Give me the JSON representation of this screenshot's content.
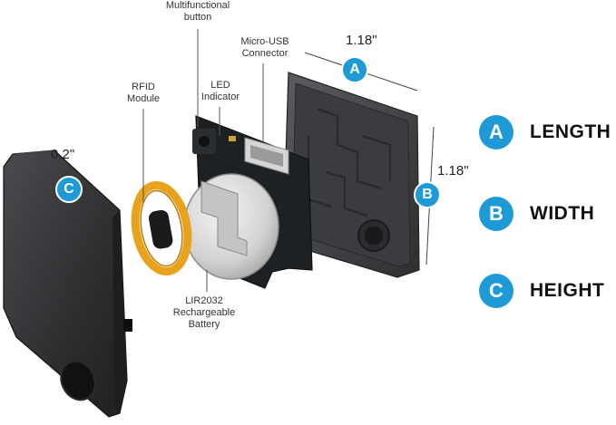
{
  "labels": {
    "button": [
      "Multifunctional",
      "button"
    ],
    "usb": [
      "Micro-USB",
      "Connector"
    ],
    "led": [
      "LED",
      "Indicator"
    ],
    "rfid": [
      "RFID",
      "Module"
    ],
    "battery": [
      "LIR2032",
      "Rechargeable",
      "Battery"
    ]
  },
  "dimensions": {
    "length_value": "1.18\"",
    "width_value": "1.18\"",
    "height_value": "0.2\""
  },
  "badges": {
    "a": "A",
    "b": "B",
    "c": "C"
  },
  "legend": [
    {
      "letter": "A",
      "text": "LENGTH"
    },
    {
      "letter": "B",
      "text": "WIDTH"
    },
    {
      "letter": "C",
      "text": "HEIGHT"
    }
  ],
  "colors": {
    "accent": "#1e9ad6",
    "housing": "#3a3b3d",
    "board": "#1f2224",
    "rfid_ring": "#e8a21c",
    "battery": "#d9d9d9"
  }
}
